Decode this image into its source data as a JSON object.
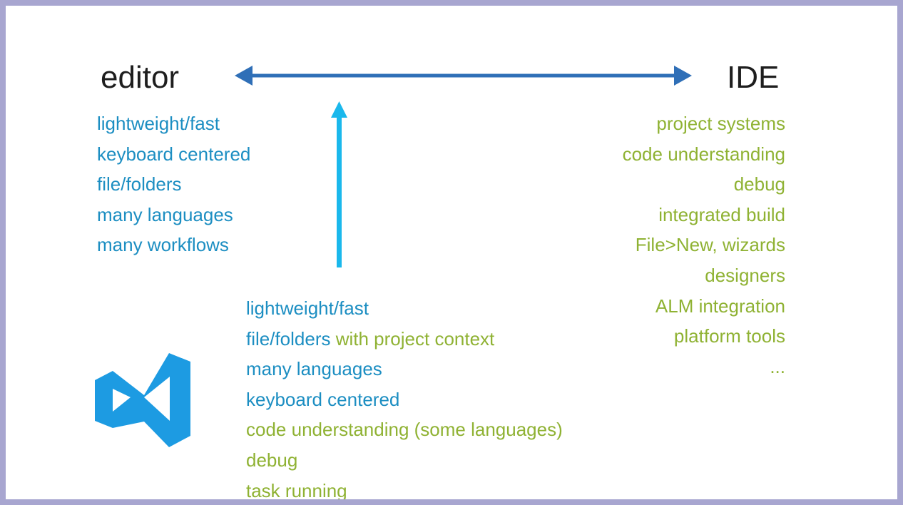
{
  "headings": {
    "editor": "editor",
    "ide": "IDE"
  },
  "editor_traits": [
    "lightweight/fast",
    "keyboard centered",
    "file/folders",
    "many languages",
    "many workflows"
  ],
  "ide_traits": [
    "project systems",
    "code understanding",
    "debug",
    "integrated build",
    "File>New, wizards",
    "designers",
    "ALM integration",
    "platform tools",
    "..."
  ],
  "vscode_traits": [
    {
      "editor_part": "lightweight/fast",
      "ide_part": ""
    },
    {
      "editor_part": "file/folders",
      "ide_part": " with project context"
    },
    {
      "editor_part": "many languages",
      "ide_part": ""
    },
    {
      "editor_part": "keyboard centered",
      "ide_part": ""
    },
    {
      "editor_part": "",
      "ide_part": "code understanding (some languages)"
    },
    {
      "editor_part": "",
      "ide_part": "debug"
    },
    {
      "editor_part": "",
      "ide_part": "task running"
    }
  ],
  "colors": {
    "editor_text": "#1c8ec2",
    "ide_text": "#8fb233",
    "spectrum_arrow": "#2f6fb7",
    "vertical_arrow": "#1ab8ec",
    "logo": "#1d9be2",
    "frame": "#a8a6d0"
  },
  "icons": [
    "double-headed-arrow-icon",
    "up-arrow-icon",
    "visual-studio-code-logo-icon"
  ]
}
